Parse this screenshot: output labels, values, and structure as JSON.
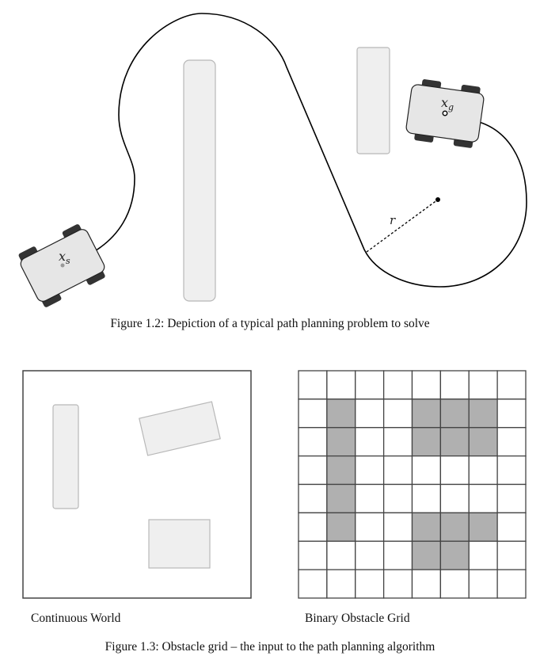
{
  "figure_1_2": {
    "caption": "Figure 1.2: Depiction of a typical path planning problem to solve",
    "start_label": "x",
    "start_subscript": "s",
    "goal_label": "x",
    "goal_subscript": "g",
    "radius_label": "r"
  },
  "figure_1_3": {
    "caption": "Figure 1.3: Obstacle grid – the input to the path planning algorithm",
    "left_title": "Continuous World",
    "right_title": "Binary Obstacle Grid",
    "grid": {
      "rows": 8,
      "cols": 8,
      "filled_cells": [
        [
          1,
          1
        ],
        [
          2,
          1
        ],
        [
          3,
          1
        ],
        [
          4,
          1
        ],
        [
          5,
          1
        ],
        [
          1,
          4
        ],
        [
          1,
          5
        ],
        [
          1,
          6
        ],
        [
          2,
          4
        ],
        [
          2,
          5
        ],
        [
          2,
          6
        ],
        [
          5,
          4
        ],
        [
          5,
          5
        ],
        [
          5,
          6
        ],
        [
          6,
          4
        ],
        [
          6,
          5
        ]
      ]
    }
  },
  "colors": {
    "obstacle_fill": "#efefef",
    "obstacle_stroke": "#b8b8b8",
    "robot_body": "#e6e6e6",
    "wheel": "#333333",
    "grid_filled": "#b0b0b0",
    "line": "#000000"
  }
}
